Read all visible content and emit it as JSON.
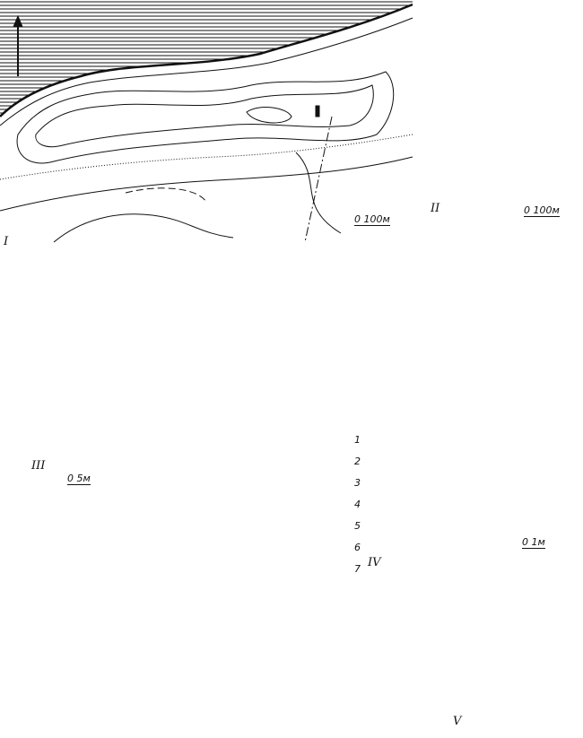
{
  "panels": {
    "p1": {
      "label": "I",
      "scale": "0   100м"
    },
    "p2": {
      "label": "II",
      "scale": "0   100м"
    },
    "p3": {
      "label": "III",
      "scale": "0        5м"
    },
    "p4": {
      "label": "IV",
      "scale": "0   1м"
    },
    "p5": {
      "label": "V"
    }
  },
  "legend": [
    "1",
    "2",
    "3",
    "4",
    "5",
    "6",
    "7"
  ],
  "colors": {
    "ink": "#111111",
    "paper": "#ffffff"
  }
}
